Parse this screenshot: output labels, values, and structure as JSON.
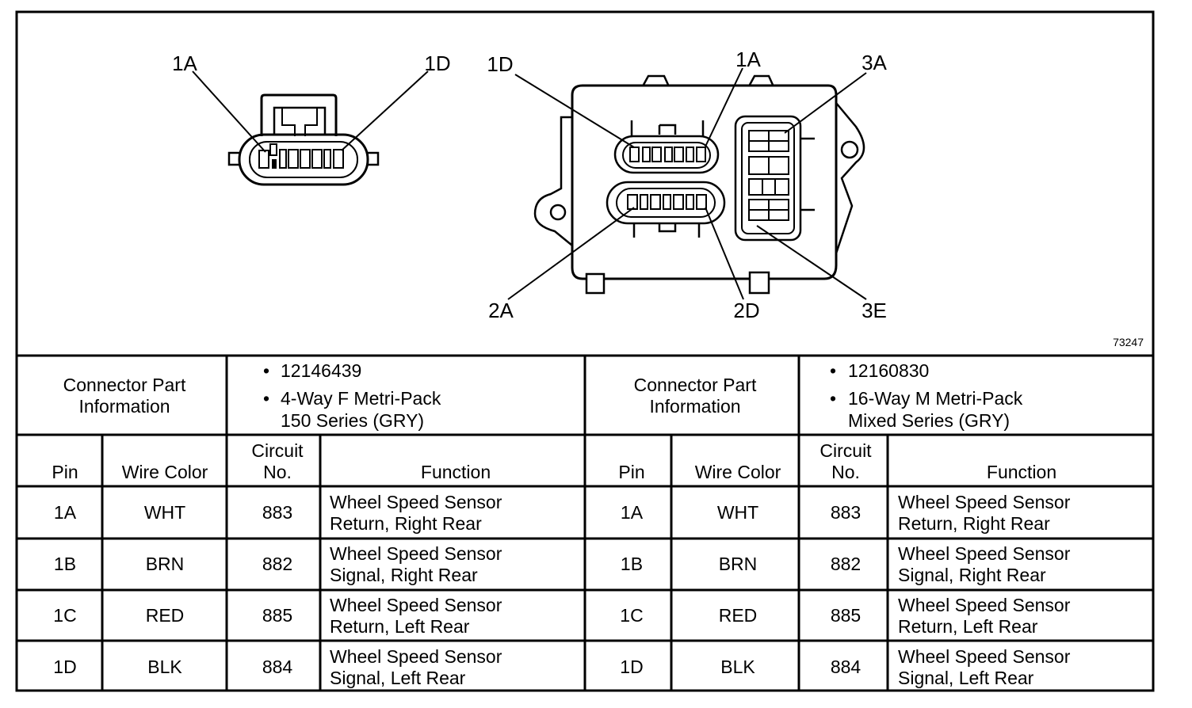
{
  "figure_number": "73247",
  "labels": {
    "left_1a": "1A",
    "left_1d": "1D",
    "right_1d": "1D",
    "right_1a": "1A",
    "right_3a": "3A",
    "right_2a": "2A",
    "right_2d": "2D",
    "right_3e": "3E"
  },
  "tables": [
    {
      "info_label_line1": "Connector Part",
      "info_label_line2": "Information",
      "part_number": "12146439",
      "desc_line1": "4-Way F Metri-Pack",
      "desc_line2": "150 Series (GRY)",
      "headers": {
        "pin": "Pin",
        "wire": "Wire Color",
        "circuit_line1": "Circuit",
        "circuit_line2": "No.",
        "function": "Function"
      },
      "rows": [
        {
          "pin": "1A",
          "wire": "WHT",
          "circuit": "883",
          "func_line1": "Wheel Speed Sensor",
          "func_line2": "Return, Right Rear"
        },
        {
          "pin": "1B",
          "wire": "BRN",
          "circuit": "882",
          "func_line1": "Wheel Speed Sensor",
          "func_line2": "Signal, Right Rear"
        },
        {
          "pin": "1C",
          "wire": "RED",
          "circuit": "885",
          "func_line1": "Wheel Speed Sensor",
          "func_line2": "Return, Left Rear"
        },
        {
          "pin": "1D",
          "wire": "BLK",
          "circuit": "884",
          "func_line1": "Wheel Speed Sensor",
          "func_line2": "Signal, Left Rear"
        }
      ]
    },
    {
      "info_label_line1": "Connector Part",
      "info_label_line2": "Information",
      "part_number": "12160830",
      "desc_line1": "16-Way M Metri-Pack",
      "desc_line2": "Mixed Series (GRY)",
      "headers": {
        "pin": "Pin",
        "wire": "Wire Color",
        "circuit_line1": "Circuit",
        "circuit_line2": "No.",
        "function": "Function"
      },
      "rows": [
        {
          "pin": "1A",
          "wire": "WHT",
          "circuit": "883",
          "func_line1": "Wheel Speed Sensor",
          "func_line2": "Return, Right Rear"
        },
        {
          "pin": "1B",
          "wire": "BRN",
          "circuit": "882",
          "func_line1": "Wheel Speed Sensor",
          "func_line2": "Signal, Right Rear"
        },
        {
          "pin": "1C",
          "wire": "RED",
          "circuit": "885",
          "func_line1": "Wheel Speed Sensor",
          "func_line2": "Return, Left Rear"
        },
        {
          "pin": "1D",
          "wire": "BLK",
          "circuit": "884",
          "func_line1": "Wheel Speed Sensor",
          "func_line2": "Signal, Left Rear"
        }
      ]
    }
  ]
}
